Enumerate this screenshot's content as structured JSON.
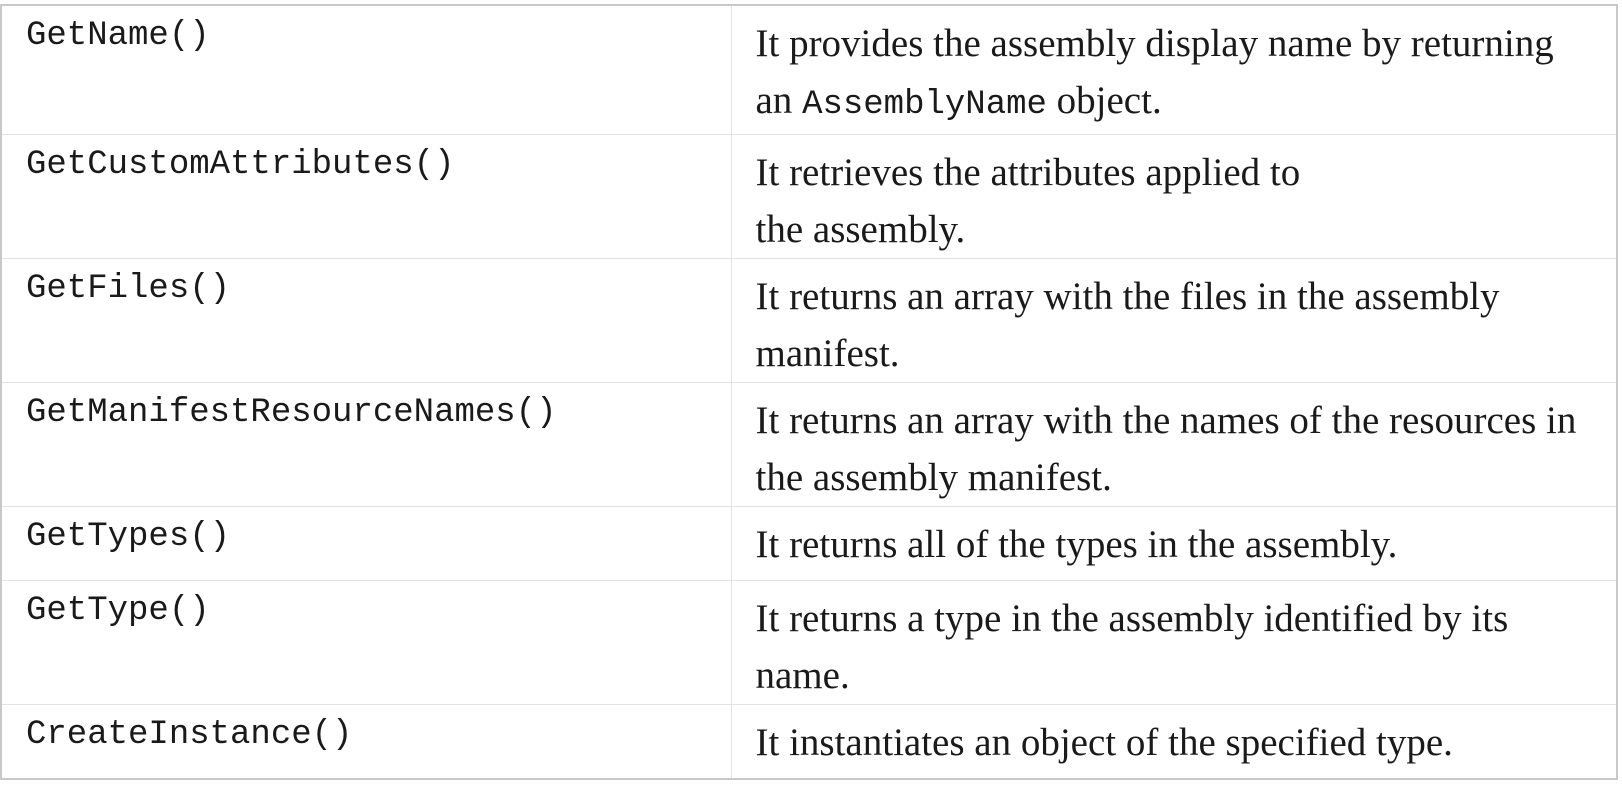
{
  "rows": [
    {
      "method": "GetName()",
      "description": {
        "before": "It provides the assembly display name by returning an ",
        "code": "AssemblyName",
        "after": " object."
      }
    },
    {
      "method": "GetCustomAttributes()",
      "description": {
        "line1": "It retrieves the attributes applied to",
        "line2": "the assembly."
      }
    },
    {
      "method": "GetFiles()",
      "description": {
        "text": "It returns an array with the files in the assembly manifest."
      }
    },
    {
      "method": "GetManifestResourceNames()",
      "description": {
        "text": "It returns an array with the names of the resources in the assembly manifest."
      }
    },
    {
      "method": "GetTypes()",
      "description": {
        "text": "It returns all of the types in the assembly."
      }
    },
    {
      "method": "GetType()",
      "description": {
        "text": "It returns a type in the assembly identified by its name."
      }
    },
    {
      "method": "CreateInstance()",
      "description": {
        "text": "It instantiates an object of the specified type."
      }
    }
  ]
}
